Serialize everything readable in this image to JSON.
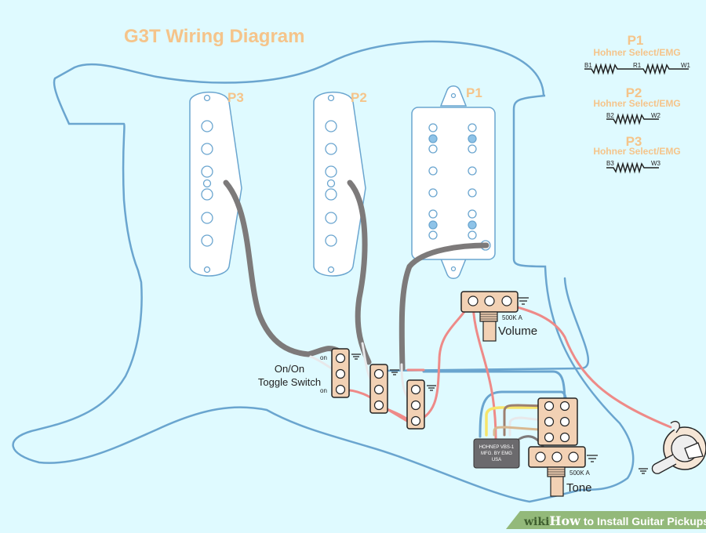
{
  "title": "G3T Wiring Diagram",
  "pickups": [
    {
      "id": "P3",
      "label": "P3",
      "type": "single-coil"
    },
    {
      "id": "P2",
      "label": "P2",
      "type": "single-coil"
    },
    {
      "id": "P1",
      "label": "P1",
      "type": "humbucker"
    }
  ],
  "legend": [
    {
      "label": "P1",
      "model": "Hohner Select/EMG",
      "terminals": [
        "B1",
        "R1",
        "W1"
      ]
    },
    {
      "label": "P2",
      "model": "Hohner Select/EMG",
      "terminals": [
        "B2",
        "W2"
      ]
    },
    {
      "label": "P3",
      "model": "Hohner Select/EMG",
      "terminals": [
        "B3",
        "W3"
      ]
    }
  ],
  "toggle_switch": {
    "label_line1": "On/On",
    "label_line2": "Toggle Switch",
    "on_top": "on",
    "on_bottom": "on"
  },
  "volume_pot": {
    "label": "Volume",
    "value": "500K A"
  },
  "tone_pot": {
    "label": "Tone",
    "value": "500K A"
  },
  "module": {
    "line1": "HOHNEP VBS-1",
    "line2": "MFG. BY EMG",
    "line3": "USA"
  },
  "colors": {
    "background": "#dffaff",
    "outline": "#6aa5cf",
    "label": "#f5c48a",
    "wire_gray": "#7d7a7a",
    "wire_red": "#ee8a88",
    "wire_blue": "#6aa5cf",
    "wire_yellow": "#f7e56a",
    "wire_brown": "#9c8070",
    "wire_tan": "#d8b890",
    "component": "#f2d1b4"
  },
  "footer": {
    "brand_wiki": "wiki",
    "brand_how": "How",
    "caption": " to Install Guitar Pickups"
  }
}
